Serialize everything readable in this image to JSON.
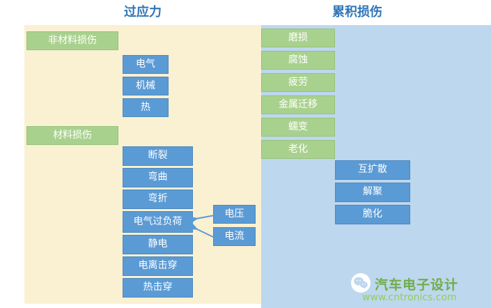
{
  "headers": {
    "left": "过应力",
    "right": "累积损伤"
  },
  "overstress": {
    "non_material": {
      "label": "非材料损伤",
      "items": [
        "电气",
        "机械",
        "热"
      ]
    },
    "material": {
      "label": "材料损伤",
      "items": [
        "断裂",
        "弯曲",
        "弯折",
        "电气过负荷",
        "静电",
        "电离击穿",
        "热击穿"
      ]
    },
    "overload_inputs": [
      "电压",
      "电流"
    ]
  },
  "cumulative": {
    "mechanisms": [
      "磨损",
      "腐蚀",
      "疲劳",
      "金属迁移",
      "蠕变",
      "老化"
    ],
    "sub_mechanisms": [
      "互扩散",
      "解聚",
      "脆化"
    ]
  },
  "watermark": {
    "brand": "汽车电子设计",
    "url": "www.cntronics.com"
  },
  "colors": {
    "panel_left_bg": "#FAF0D2",
    "panel_right_bg": "#BDD7EE",
    "green_box": "#A9D18E",
    "blue_box": "#5B9BD5",
    "header_text": "#2E75B6",
    "arrow": "#5B9BD5",
    "brand_green": "#70AD47",
    "url_green": "#92D050"
  }
}
